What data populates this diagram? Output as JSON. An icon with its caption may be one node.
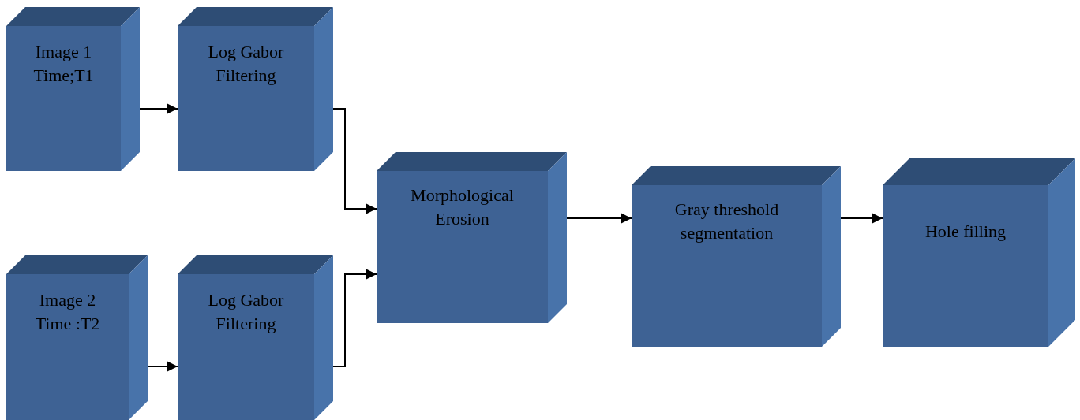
{
  "diagram": {
    "nodes": [
      {
        "text": [
          "Image 1 Time;T1"
        ]
      },
      {
        "text": [
          "Log Gabor Filtering"
        ]
      },
      {
        "text": [
          "Image 2 Time :T2"
        ]
      },
      {
        "text": [
          "Log Gabor Filtering"
        ]
      },
      {
        "text": [
          "Morphological Erosion"
        ]
      },
      {
        "text": [
          "Gray threshold segmentation"
        ]
      },
      {
        "text": [
          "Hole filling"
        ]
      }
    ],
    "edges": [
      {
        "from": 0,
        "to": 1,
        "arrow": "to"
      },
      {
        "from": 2,
        "to": 3,
        "arrow": "to"
      },
      {
        "from": 1,
        "to": 4,
        "arrow": "to"
      },
      {
        "from": 3,
        "to": 4,
        "arrow": "to"
      },
      {
        "from": 4,
        "to": 5,
        "arrow": "to"
      },
      {
        "from": 5,
        "to": 6,
        "arrow": "to"
      }
    ]
  }
}
